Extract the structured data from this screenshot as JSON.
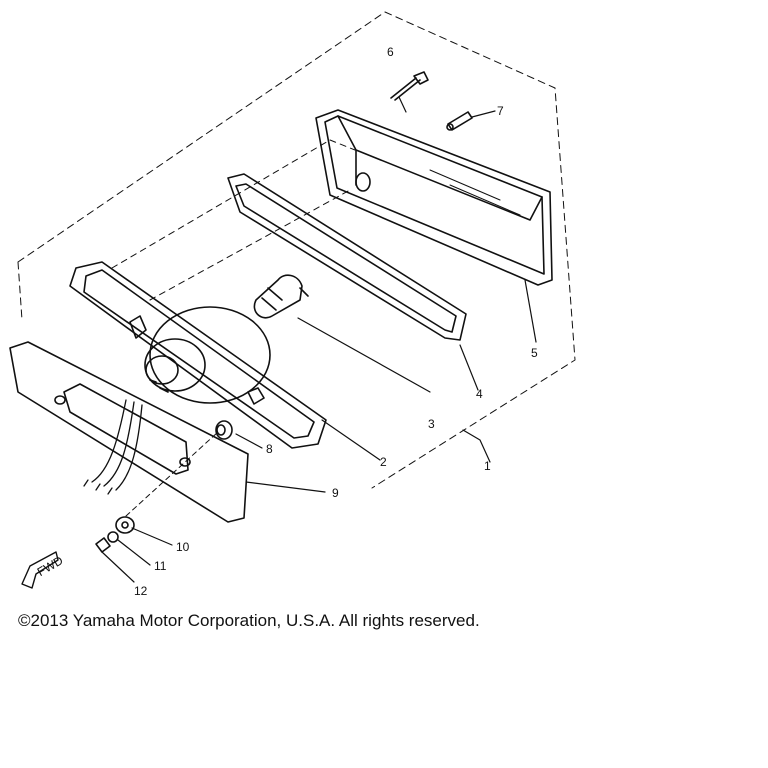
{
  "diagram": {
    "callouts": [
      {
        "id": "1",
        "label": "1"
      },
      {
        "id": "2",
        "label": "2"
      },
      {
        "id": "3",
        "label": "3"
      },
      {
        "id": "4",
        "label": "4"
      },
      {
        "id": "5",
        "label": "5"
      },
      {
        "id": "6",
        "label": "6"
      },
      {
        "id": "7",
        "label": "7"
      },
      {
        "id": "8",
        "label": "8"
      },
      {
        "id": "9",
        "label": "9"
      },
      {
        "id": "10",
        "label": "10"
      },
      {
        "id": "11",
        "label": "11"
      },
      {
        "id": "12",
        "label": "12"
      }
    ],
    "fwd_label": "FWD"
  },
  "footer": {
    "copyright": "©2013 Yamaha Motor Corporation, U.S.A. All rights reserved."
  }
}
